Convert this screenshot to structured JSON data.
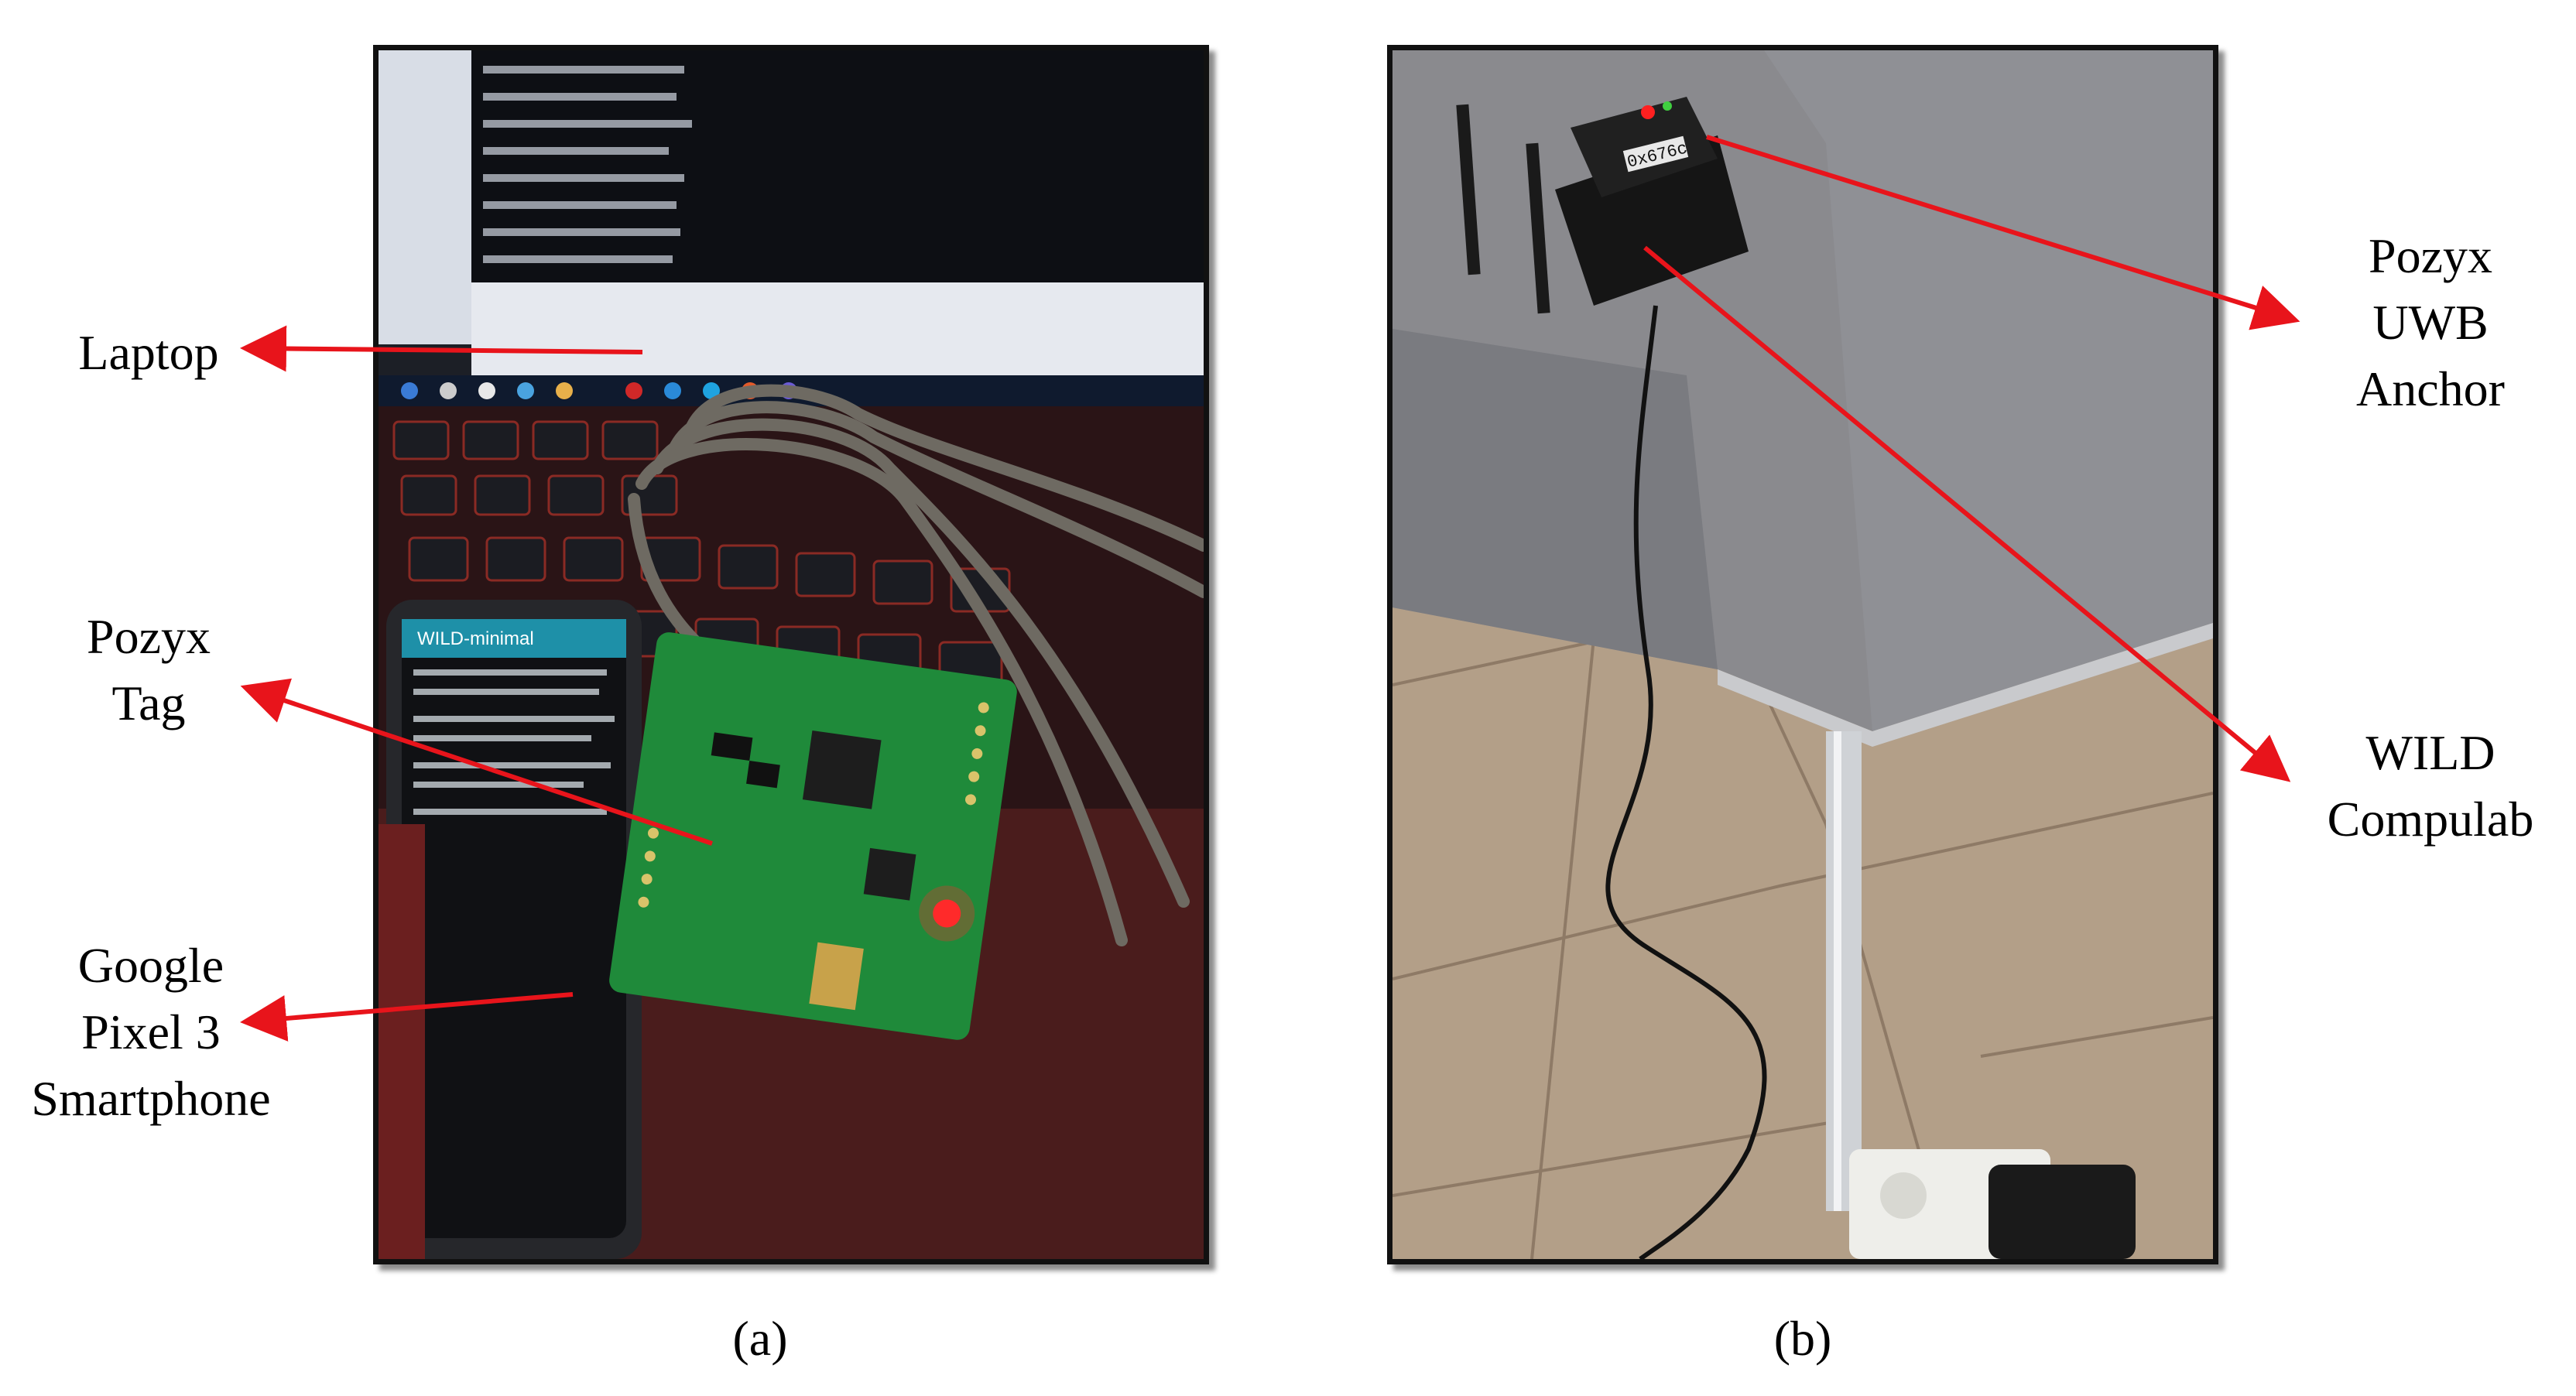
{
  "panel_a": {
    "caption": "(a)",
    "labels": {
      "laptop": "Laptop",
      "pozyx_tag_line1": "Pozyx",
      "pozyx_tag_line2": "Tag",
      "phone_line1": "Google",
      "phone_line2": "Pixel 3",
      "phone_line3": "Smartphone"
    },
    "phone_app_title": "WILD-minimal"
  },
  "panel_b": {
    "caption": "(b)",
    "labels": {
      "anchor_line1": "Pozyx",
      "anchor_line2": "UWB",
      "anchor_line3": "Anchor",
      "wild_line1": "WILD",
      "wild_line2": "Compulab"
    },
    "device_id": "0x676c"
  },
  "colors": {
    "arrow": "#e8141b",
    "frame_border": "#111111",
    "pcb_green": "#1f8a3a",
    "sofa_gray": "#8a8a8e",
    "floor_tile": "#b39f88"
  }
}
